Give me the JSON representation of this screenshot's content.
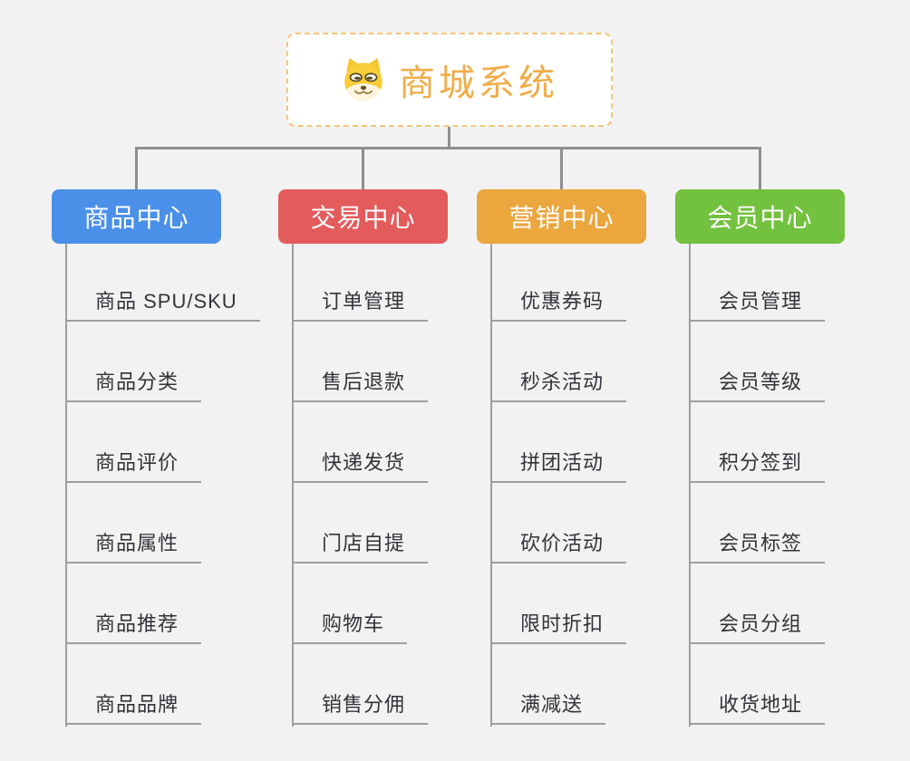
{
  "app": {
    "background_color": "#f2f2f2",
    "connector_color": "#8f8f8f",
    "branch_line_color": "#9e9e9e",
    "item_text_color": "#33333a"
  },
  "root": {
    "title": "商城系统",
    "icon": "dog-face-icon",
    "text_color": "#f0ad49",
    "border_color": "#f6c578",
    "background": "#ffffff"
  },
  "branches": [
    {
      "label": "商品中心",
      "color": "#4a90e8",
      "items": [
        "商品 SPU/SKU",
        "商品分类",
        "商品评价",
        "商品属性",
        "商品推荐",
        "商品品牌"
      ]
    },
    {
      "label": "交易中心",
      "color": "#e45b5c",
      "items": [
        "订单管理",
        "售后退款",
        "快递发货",
        "门店自提",
        "购物车",
        "销售分佣"
      ]
    },
    {
      "label": "营销中心",
      "color": "#eba63d",
      "items": [
        "优惠券码",
        "秒杀活动",
        "拼团活动",
        "砍价活动",
        "限时折扣",
        "满减送"
      ]
    },
    {
      "label": "会员中心",
      "color": "#72c13f",
      "items": [
        "会员管理",
        "会员等级",
        "积分签到",
        "会员标签",
        "会员分组",
        "收货地址"
      ]
    }
  ]
}
